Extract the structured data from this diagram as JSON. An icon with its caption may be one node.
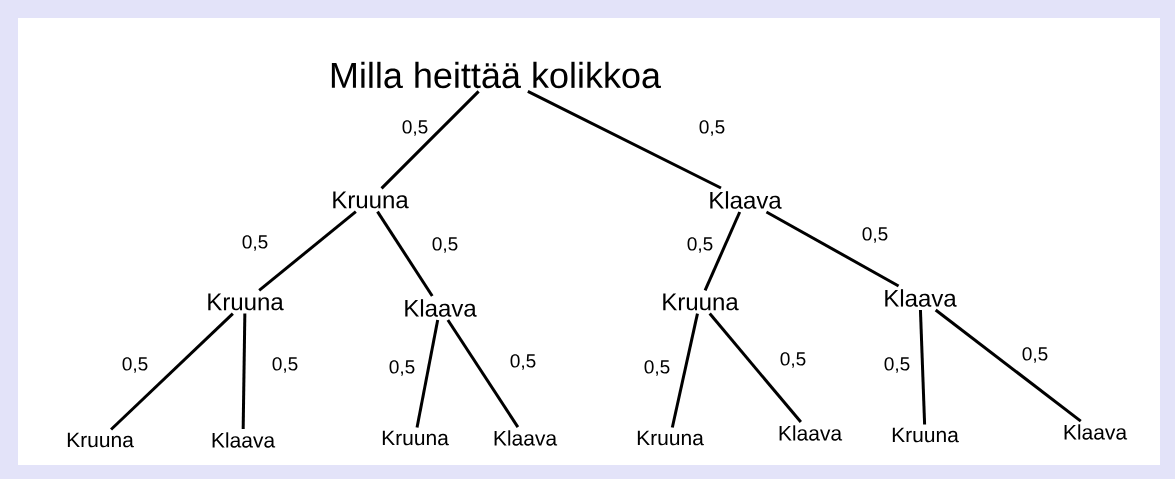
{
  "diagram": {
    "nodes": [
      {
        "text": [
          "Milla heittää kolikkoa"
        ]
      },
      {
        "text": [
          "Kruuna"
        ]
      },
      {
        "text": [
          "Klaava"
        ]
      },
      {
        "text": [
          "Kruuna"
        ]
      },
      {
        "text": [
          "Klaava"
        ]
      },
      {
        "text": [
          "Kruuna"
        ]
      },
      {
        "text": [
          "Klaava"
        ]
      },
      {
        "text": [
          "Kruuna"
        ]
      },
      {
        "text": [
          "Klaava"
        ]
      },
      {
        "text": [
          "Kruuna"
        ]
      },
      {
        "text": [
          "Klaava"
        ]
      },
      {
        "text": [
          "Kruuna"
        ]
      },
      {
        "text": [
          "Klaava"
        ]
      },
      {
        "text": [
          "Kruuna"
        ]
      },
      {
        "text": [
          "Klaava"
        ]
      }
    ],
    "edges": [
      {
        "from": 0,
        "to": 1,
        "arrow": "none",
        "label": "0,5"
      },
      {
        "from": 0,
        "to": 2,
        "arrow": "none",
        "label": "0,5"
      },
      {
        "from": 1,
        "to": 3,
        "arrow": "none",
        "label": "0,5"
      },
      {
        "from": 1,
        "to": 4,
        "arrow": "none",
        "label": "0,5"
      },
      {
        "from": 2,
        "to": 5,
        "arrow": "none",
        "label": "0,5"
      },
      {
        "from": 2,
        "to": 6,
        "arrow": "none",
        "label": "0,5"
      },
      {
        "from": 3,
        "to": 7,
        "arrow": "none",
        "label": "0,5"
      },
      {
        "from": 3,
        "to": 8,
        "arrow": "none",
        "label": "0,5"
      },
      {
        "from": 4,
        "to": 9,
        "arrow": "none",
        "label": "0,5"
      },
      {
        "from": 4,
        "to": 10,
        "arrow": "none",
        "label": "0,5"
      },
      {
        "from": 5,
        "to": 11,
        "arrow": "none",
        "label": "0,5"
      },
      {
        "from": 5,
        "to": 12,
        "arrow": "none",
        "label": "0,5"
      },
      {
        "from": 6,
        "to": 13,
        "arrow": "none",
        "label": "0,5"
      },
      {
        "from": 6,
        "to": 14,
        "arrow": "none",
        "label": "0,5"
      }
    ]
  }
}
